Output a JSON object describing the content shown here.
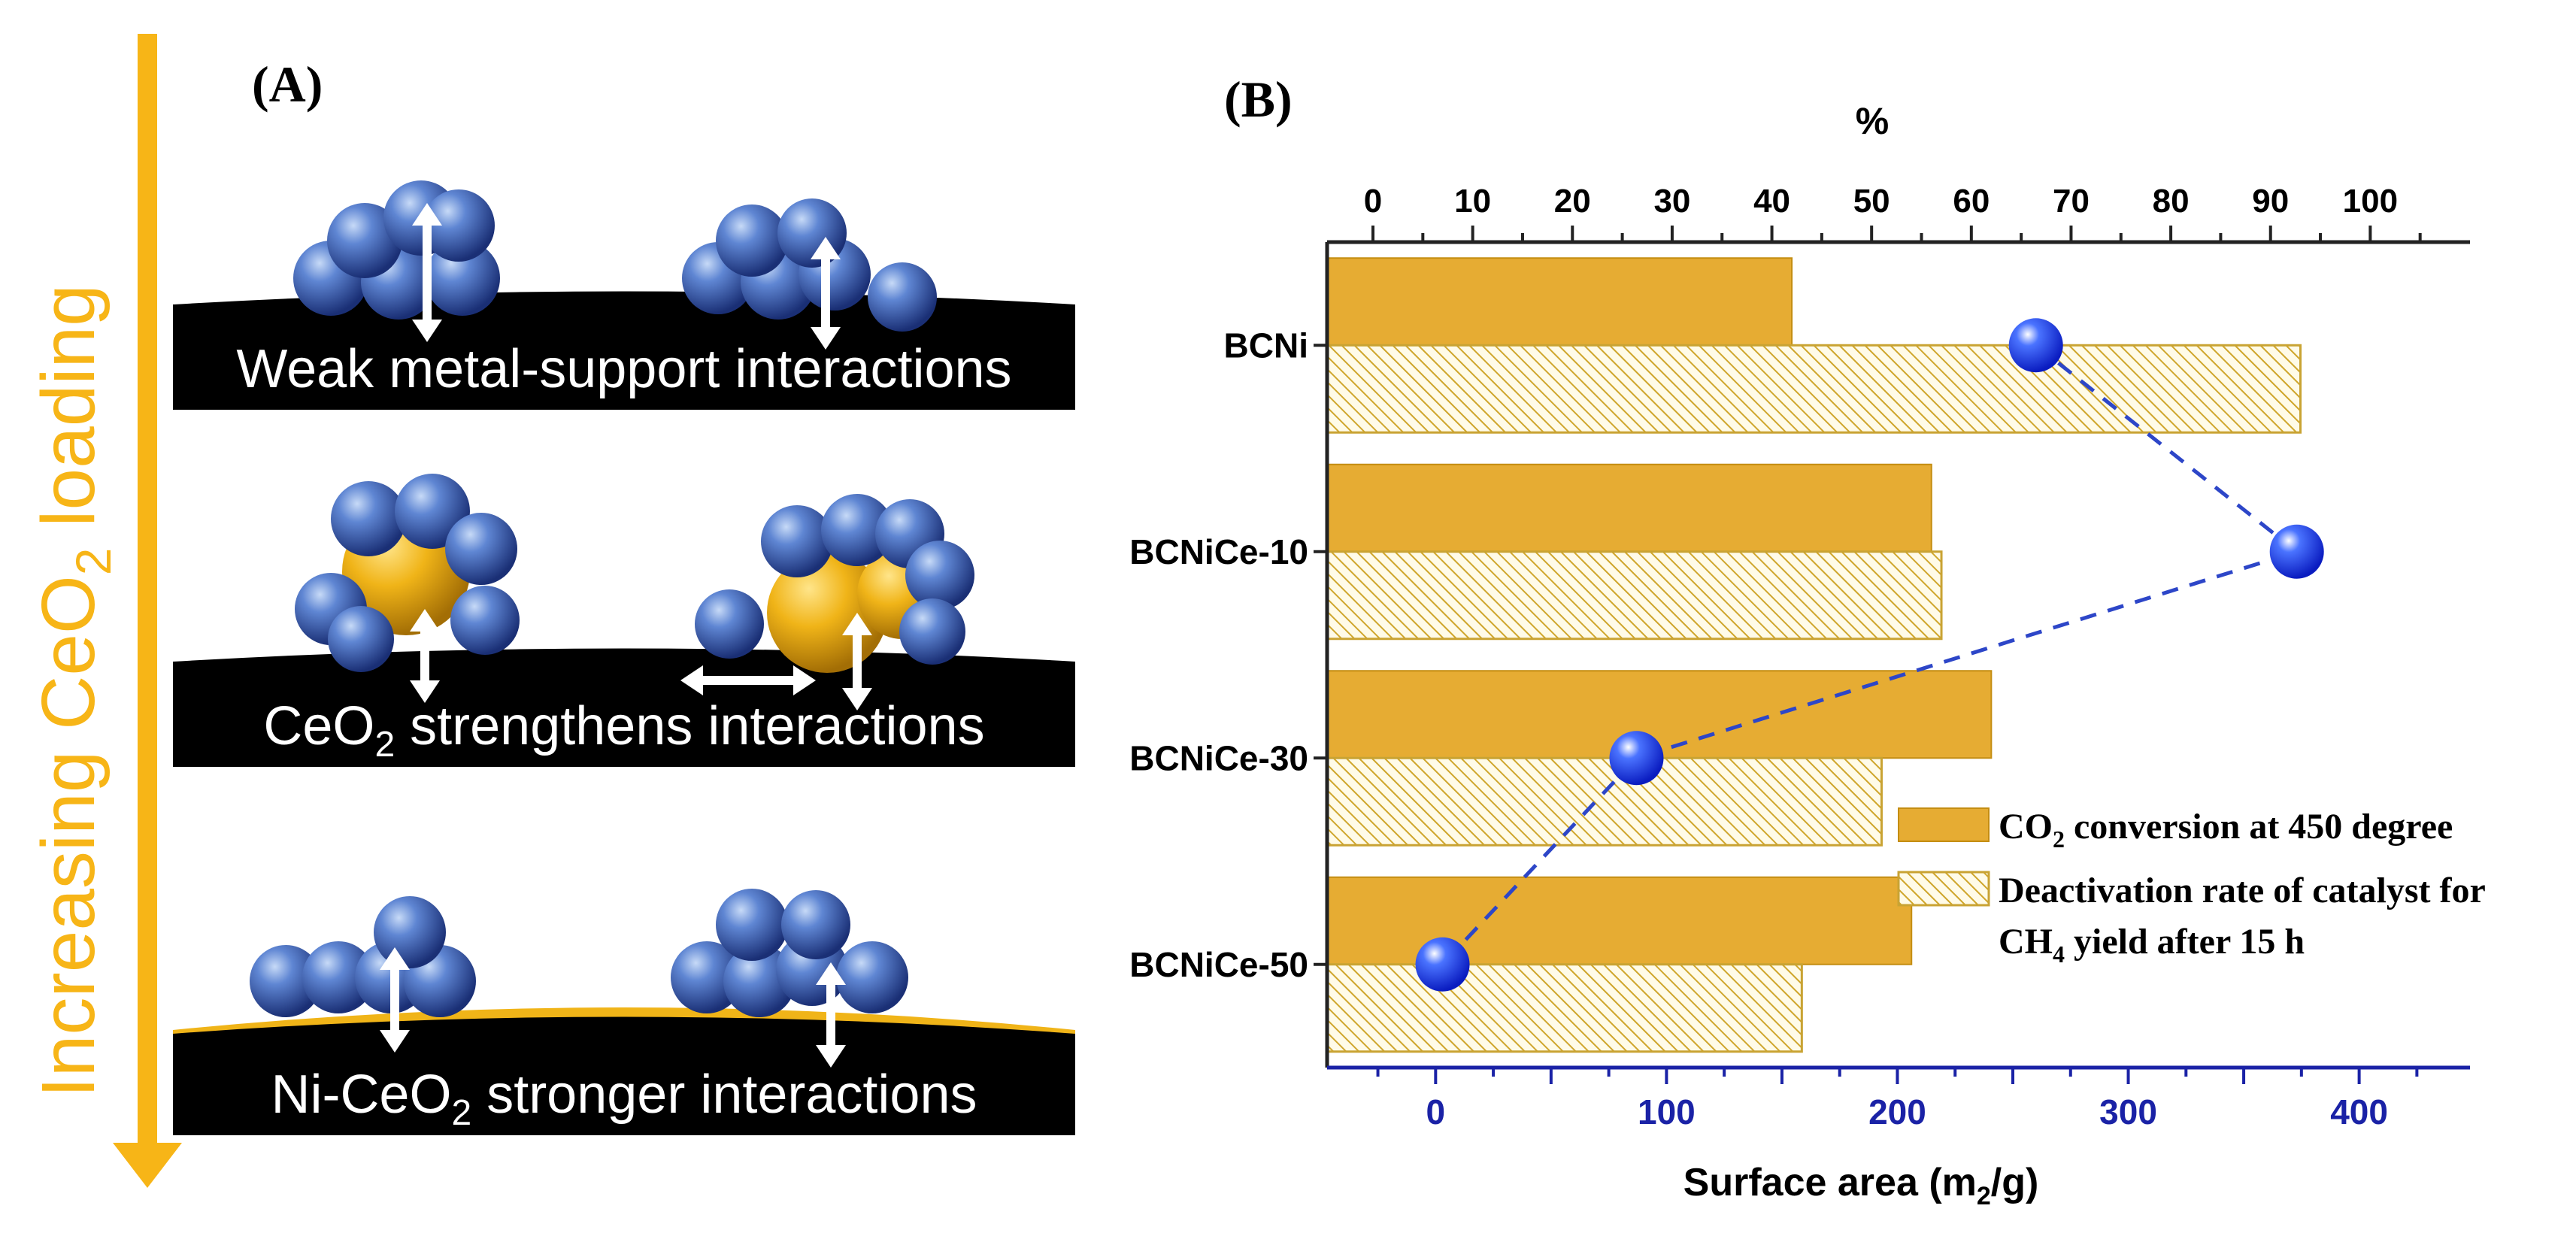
{
  "panel_a": {
    "label": "(A)",
    "arrow_label": {
      "prefix": "Increasing CeO",
      "sub": "2",
      "suffix": " loading"
    },
    "rows": [
      {
        "prefix": "Weak metal-support interactions",
        "sub": "",
        "suffix": ""
      },
      {
        "prefix": "CeO",
        "sub": "2",
        "suffix": " strengthens interactions"
      },
      {
        "prefix": "Ni-CeO",
        "sub": "2",
        "suffix": " stronger interactions"
      }
    ],
    "colors": {
      "arrow": "#f7b517",
      "ceo2": "#f0b418",
      "ni": "#3f63b6",
      "support": "#000000"
    }
  },
  "panel_b": {
    "label": "(B)",
    "top_axis_label": "%",
    "bottom_axis_label": {
      "prefix": "Surface area (m",
      "sub": "2",
      "suffix": "/g)"
    }
  },
  "chart_data": {
    "type": "bar",
    "orientation": "horizontal",
    "categories": [
      "BCNi",
      "BCNiCe-10",
      "BCNiCe-30",
      "BCNiCe-50"
    ],
    "top_axis": {
      "label": "%",
      "range": [
        -4.6,
        110
      ],
      "ticks": [
        0,
        10,
        20,
        30,
        40,
        50,
        60,
        70,
        80,
        90,
        100
      ]
    },
    "bottom_axis": {
      "label": "Surface area (m2/g)",
      "range": [
        -47,
        448
      ],
      "ticks": [
        0,
        100,
        200,
        300,
        400
      ],
      "color": "#1a22a6"
    },
    "series": [
      {
        "name": "CO2 conversion at 450 degree",
        "axis": "top",
        "style": "solid",
        "color": "#e6ac33",
        "values": [
          42,
          56,
          62,
          54
        ]
      },
      {
        "name": "Deactivation rate of catalyst for CH4 yield after 15 h",
        "axis": "top",
        "style": "hatched",
        "color": "#d8b23a",
        "values": [
          93,
          57,
          51,
          43
        ]
      },
      {
        "name": "Surface area",
        "axis": "bottom",
        "style": "marker-dashed-line",
        "color": "#1e3adf",
        "values": [
          260,
          373,
          87,
          3
        ]
      }
    ],
    "legend": {
      "position": "bottom-right",
      "entries": [
        {
          "prefix": "CO",
          "sub": "2",
          "suffix": " conversion at 450 degree"
        },
        {
          "line1": "Deactivation rate of catalyst for",
          "prefix": "CH",
          "sub": "4",
          "suffix": " yield after 15 h"
        }
      ]
    }
  }
}
